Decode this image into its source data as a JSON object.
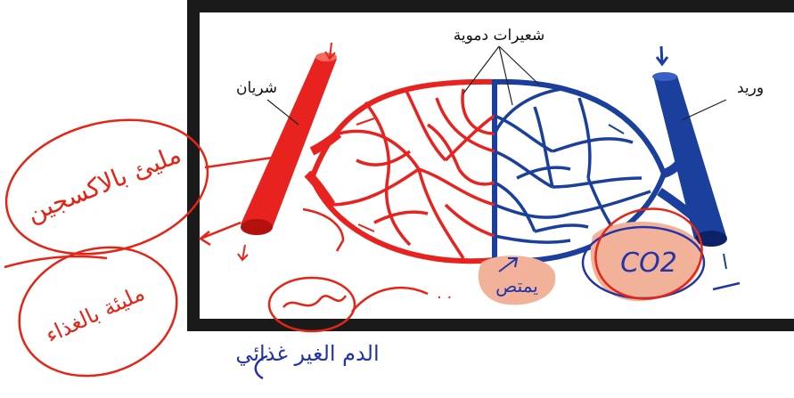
{
  "diagram": {
    "labels": {
      "capillaries": "شعيرات دموية",
      "artery": "شريان",
      "vein": "وريد"
    },
    "annotations": {
      "artery_note": "مليئ بالاكسجين",
      "food_note": "مليئة بالغذاء",
      "center_note": "يمتص",
      "co2": "CO2",
      "bottom_note": "الدم الغير غذائي"
    },
    "colors": {
      "artery": "#e8231f",
      "vein": "#1b3f9c",
      "ink_red": "#e52416",
      "ink_blue": "#2334a8",
      "highlight": "#f2b29a",
      "frame": "#1a1a1a"
    }
  }
}
